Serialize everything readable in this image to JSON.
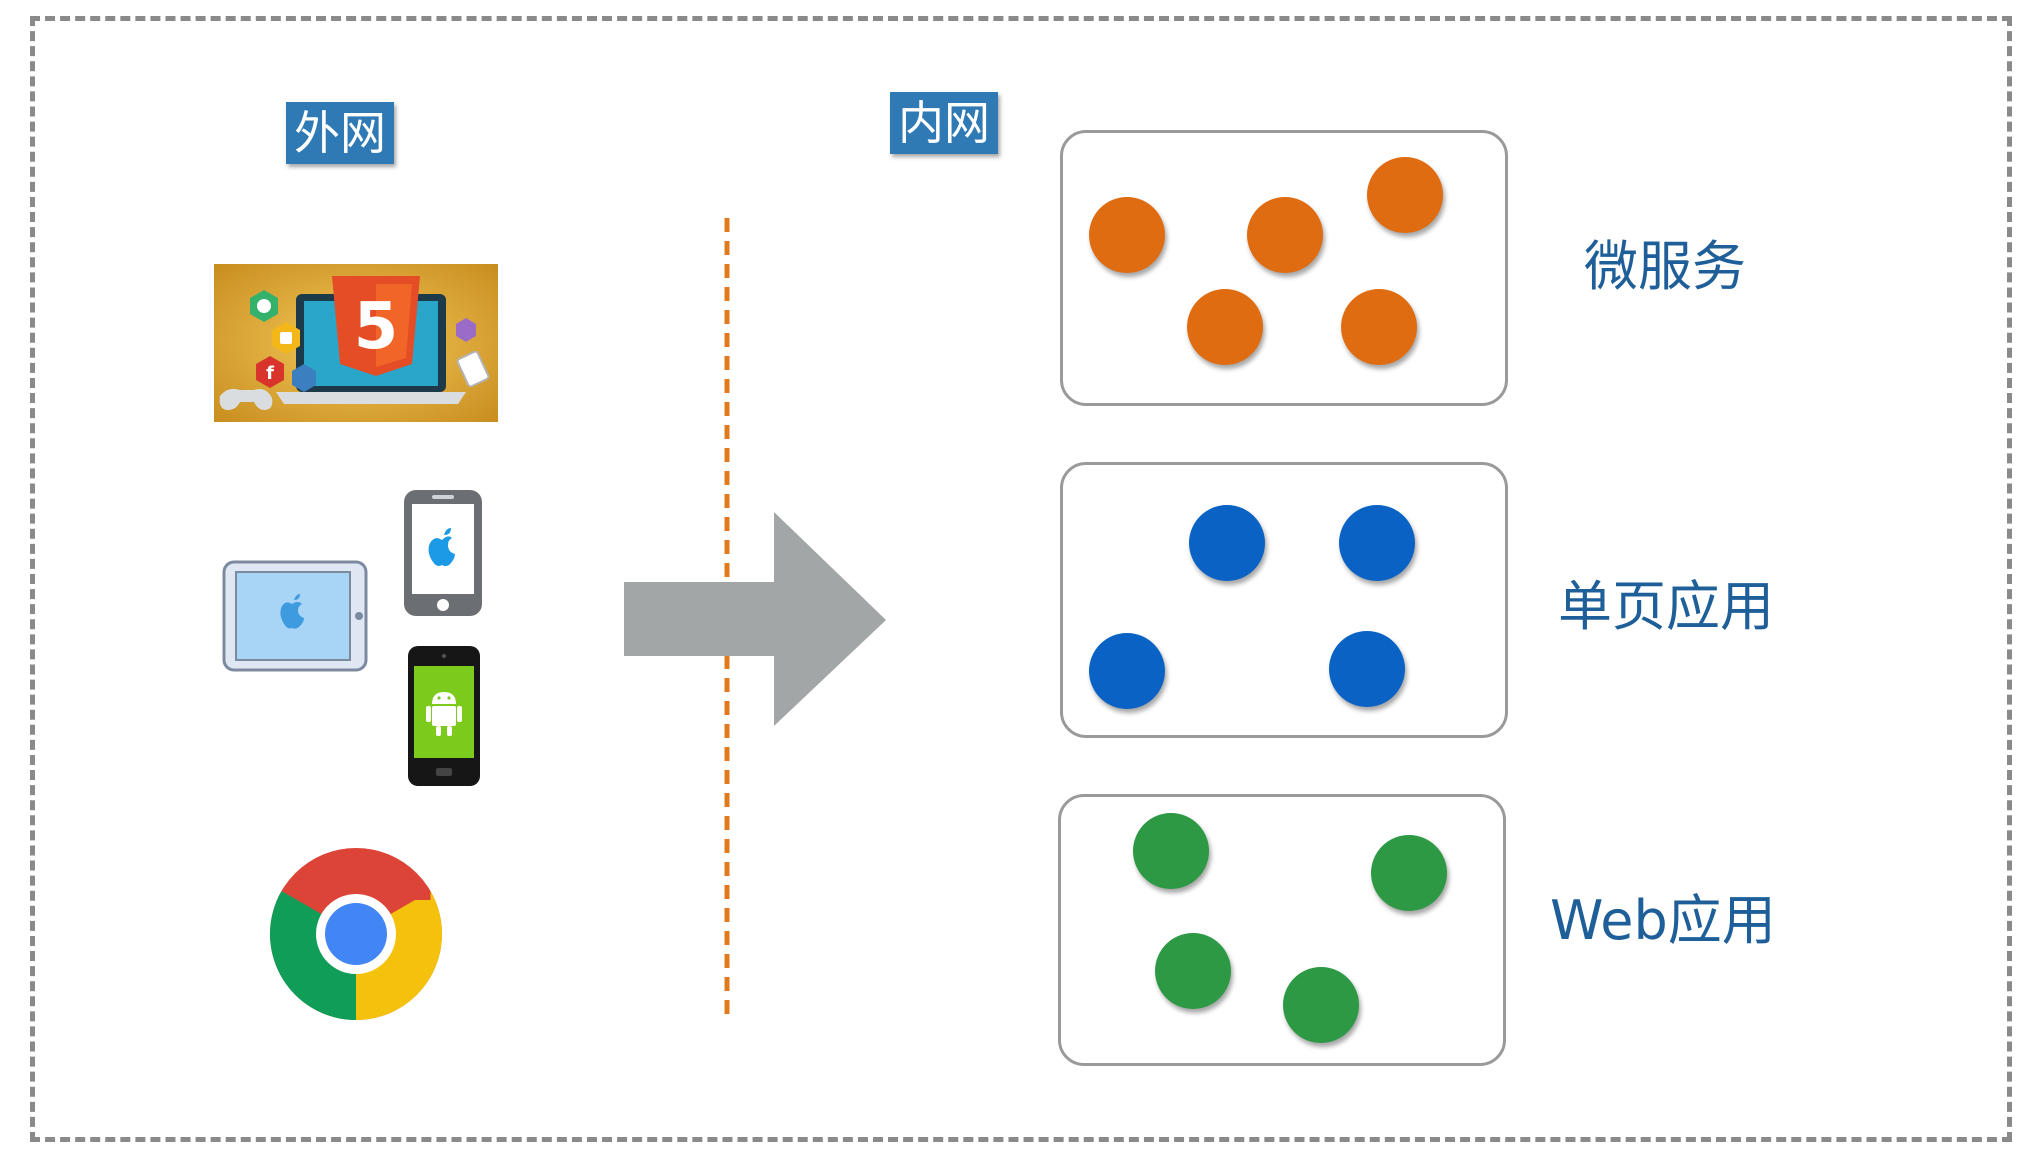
{
  "external": {
    "tag": "外网",
    "clients": [
      "html5-icon",
      "ipad-icon",
      "iphone-icon",
      "android-phone-icon",
      "chrome-icon"
    ],
    "html5_badge": "5"
  },
  "internal": {
    "tag": "内网",
    "groups": [
      {
        "label": "微服务",
        "color": "#e06c12",
        "dot_count": 5
      },
      {
        "label": "单页应用",
        "color": "#0a62c4",
        "dot_count": 4
      },
      {
        "label": "Web应用",
        "color": "#2e9944",
        "dot_count": 4
      }
    ]
  },
  "colors": {
    "tag_bg": "#2f7ab5",
    "divider": "#e07a1c",
    "arrow": "#a3a6a6",
    "label_text": "#1f5f99"
  }
}
